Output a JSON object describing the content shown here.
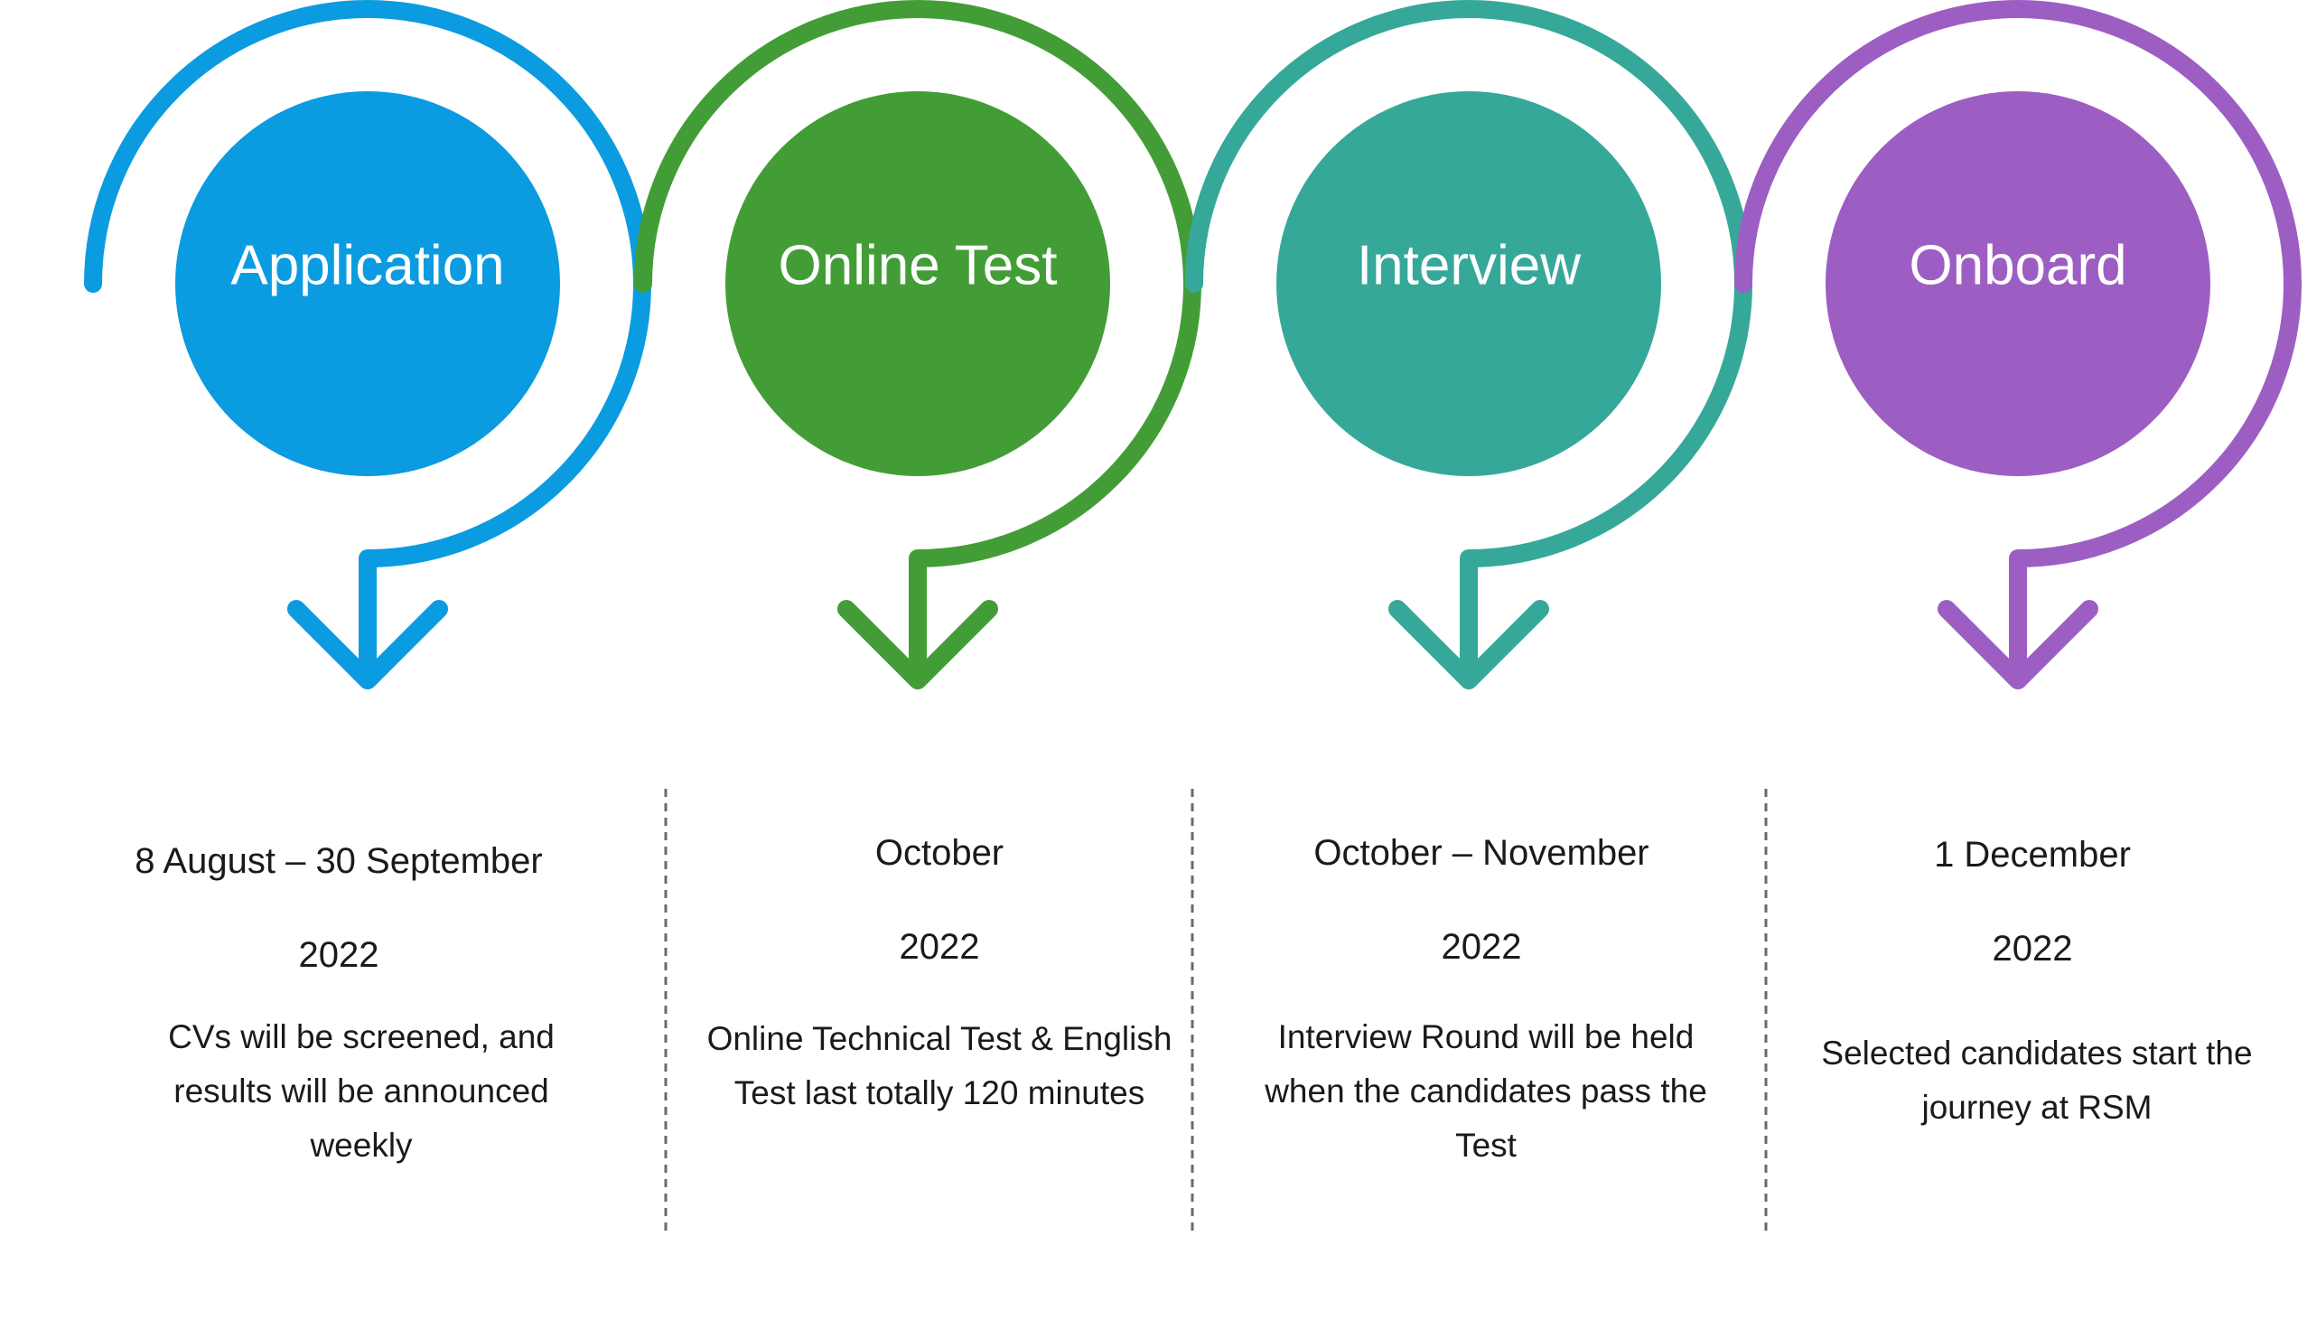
{
  "colors": {
    "application": "#0b9be0",
    "online_test": "#439d36",
    "interview": "#36a89a",
    "onboard": "#9d5ec3",
    "divider": "#6a6a6a"
  },
  "stages": [
    {
      "label": "Application",
      "date": "8 August – 30 September",
      "year": "2022",
      "description": "CVs will be screened, and results will be announced weekly"
    },
    {
      "label": "Online Test",
      "date": "October",
      "year": "2022",
      "description": "Online Technical Test & English Test last totally 120 minutes"
    },
    {
      "label": "Interview",
      "date": "October – November",
      "year": "2022",
      "description": "Interview Round will be held when the candidates pass the Test"
    },
    {
      "label": "Onboard",
      "date": "1 December",
      "year": "2022",
      "description": "Selected candidates start the journey at RSM"
    }
  ]
}
